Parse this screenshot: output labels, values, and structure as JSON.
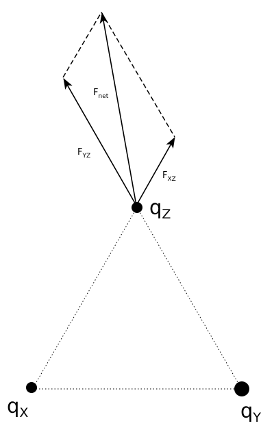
{
  "charges": {
    "z": {
      "symbol": "q",
      "subscript": "Z"
    },
    "x": {
      "symbol": "q",
      "subscript": "X"
    },
    "y": {
      "symbol": "q",
      "subscript": "Y"
    }
  },
  "forces": {
    "yz": {
      "symbol": "F",
      "subscript": "YZ"
    },
    "xz": {
      "symbol": "F",
      "subscript": "XZ"
    },
    "net": {
      "symbol": "F",
      "subscript": "net"
    }
  },
  "colors": {
    "ink": "#000000",
    "background": "#ffffff"
  }
}
